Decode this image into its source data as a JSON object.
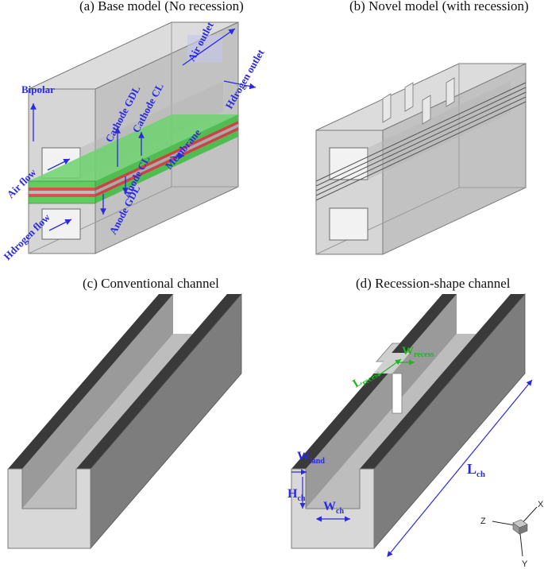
{
  "captions": {
    "a": "(a) Base model (No recession)",
    "b": "(b) Novel model (with recession)",
    "c": "(c) Conventional channel",
    "d": "(d) Recession-shape channel"
  },
  "labels_a": {
    "bipolar": "Bipolar",
    "air_outlet": "Air outlet",
    "hydrogen_outlet": "Hdrogen outlet",
    "cathode_gdl": "Cathode GDL",
    "cathode_cl": "Cathode CL",
    "membrane": "Membrane",
    "anode_cl": "Anode CL",
    "anode_gdl": "Anode GDL",
    "air_flow": "Air flow",
    "hydrogen_flow": "Hdrogen flow"
  },
  "dims_d": {
    "l_recess": "L",
    "l_recess_sub": "recess",
    "w_recess": "W",
    "w_recess_sub": "recess",
    "w_land": "W",
    "w_land_sub": "land",
    "h_ch": "H",
    "h_ch_sub": "ch",
    "w_ch": "W",
    "w_ch_sub": "ch",
    "l_ch": "L",
    "l_ch_sub": "ch"
  },
  "axes": {
    "x": "X",
    "y": "Y",
    "z": "Z"
  },
  "colors": {
    "label_blue": "#2a2ae0",
    "label_green": "#1fb51f",
    "gdl_green": "#5ecf5e",
    "cl_red": "#d85050",
    "wall_gray": "#c8c8c8",
    "top_dark": "#3a3a3a"
  }
}
